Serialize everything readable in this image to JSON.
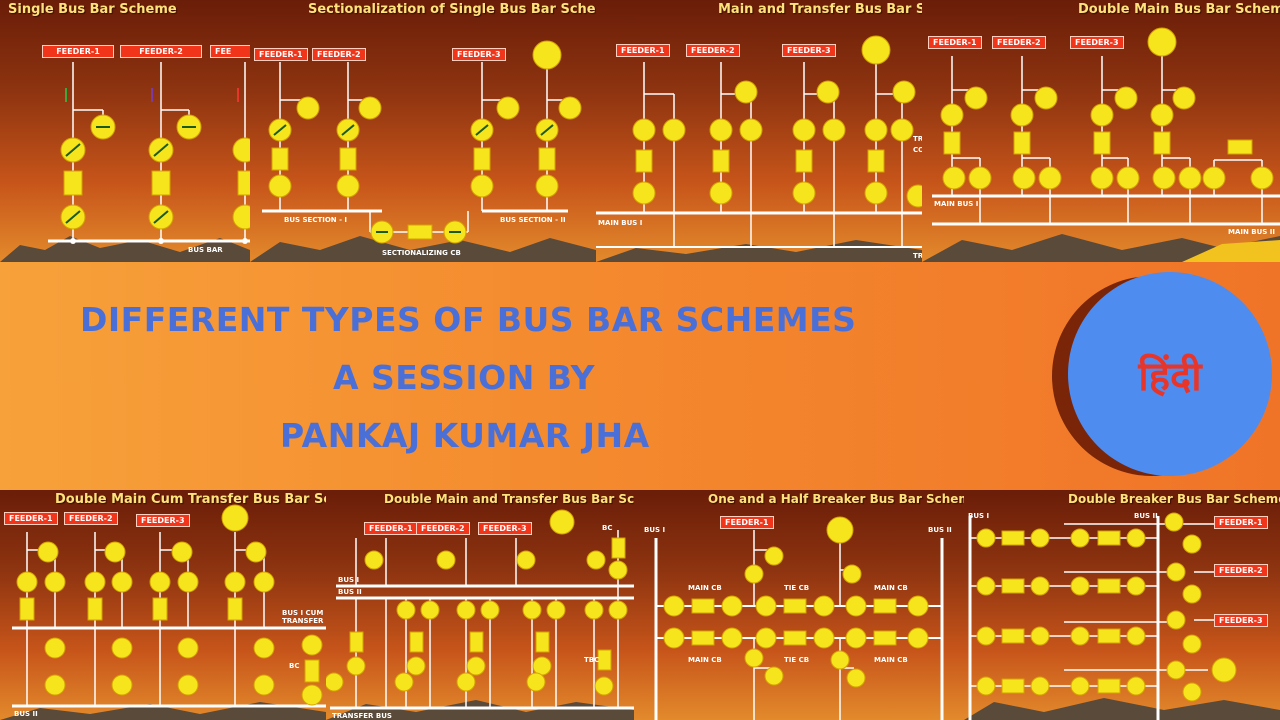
{
  "headline": {
    "line1": "DIFFERENT TYPES OF BUS BAR SCHEMES",
    "line2": "A SESSION BY",
    "line3": "PANKAJ KUMAR JHA"
  },
  "badge_text": "हिंदी",
  "colors": {
    "panel_dark": "#6a1d08",
    "panel_light": "#e38a2c",
    "title": "#ffe27a",
    "label_red": "#f0351a",
    "headline_blue": "#4a70d8",
    "badge_blue": "#4f8cf0",
    "badge_text": "#e8352a",
    "breaker_yellow": "#f6e51c"
  },
  "panels": {
    "single": {
      "title": "Single Bus Bar Scheme",
      "feeders": [
        "FEEDER-1",
        "FEEDER-2",
        "FEE"
      ],
      "bus_label": "BUS BAR"
    },
    "sectionalization": {
      "title": "Sectionalization of Single Bus Bar Scheme",
      "feeders": [
        "FEEDER-1",
        "FEEDER-2",
        "FEEDER-3"
      ],
      "section1": "BUS SECTION - I",
      "section2": "BUS SECTION - II",
      "cb": "SECTIONALIZING CB"
    },
    "main_transfer": {
      "title": "Main and Transfer Bus Bar S",
      "feeders": [
        "FEEDER-1",
        "FEEDER-2",
        "FEEDER-3"
      ],
      "bus_label": "MAIN BUS I",
      "edge_labels": [
        "TR",
        "CO",
        "TR"
      ]
    },
    "double_main": {
      "title": "Double Main Bus Bar Scheme",
      "feeders": [
        "FEEDER-1",
        "FEEDER-2",
        "FEEDER-3"
      ],
      "bus1": "MAIN BUS I",
      "bus2": "MAIN BUS II"
    },
    "dm_cum_transfer": {
      "title": "Double Main Cum Transfer Bus Bar Scheme",
      "feeders": [
        "FEEDER-1",
        "FEEDER-2",
        "FEEDER-3"
      ],
      "bus_cum": "BUS I CUM",
      "transfer": "TRANSFER",
      "bc": "BC",
      "bus2": "BUS II"
    },
    "dm_and_transfer": {
      "title": "Double Main and Transfer Bus Bar Scheme",
      "feeders": [
        "FEEDER-1",
        "FEEDER-2",
        "FEEDER-3"
      ],
      "bus1": "BUS I",
      "bus2": "BUS II",
      "bc": "BC",
      "tbc": "TBC",
      "transfer_bus": "TRANSFER BUS"
    },
    "one_half": {
      "title": "One and a Half Breaker Bus Bar Scheme",
      "feeder": "FEEDER-1",
      "bus1": "BUS I",
      "bus2": "BUS II",
      "main_cb": "MAIN CB",
      "tie_cb": "TIE CB"
    },
    "double_breaker": {
      "title": "Double Breaker Bus Bar Scheme",
      "feeders": [
        "FEEDER-1",
        "FEEDER-2",
        "FEEDER-3"
      ],
      "bus1": "BUS I",
      "bus2": "BUS II"
    }
  }
}
